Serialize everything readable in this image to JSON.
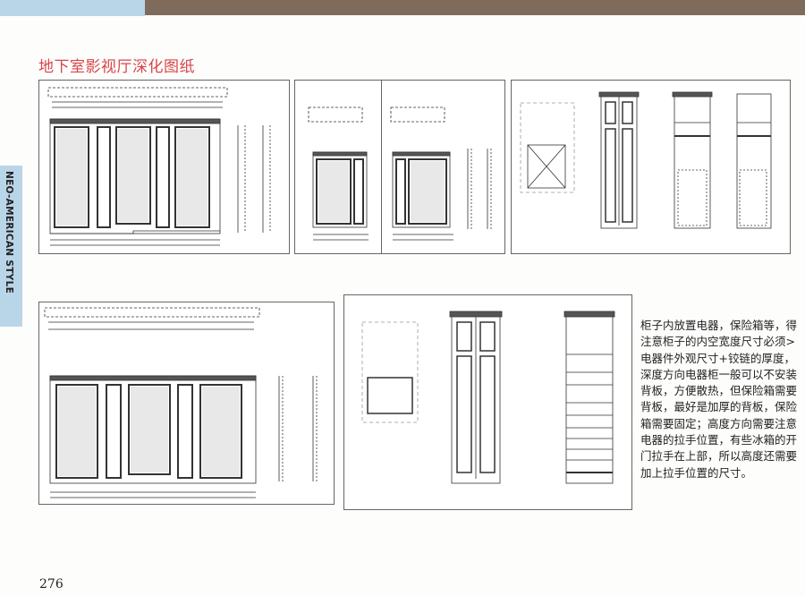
{
  "header": {
    "section_title": "地下室影视厅深化图纸",
    "side_tab": "NEO-AMERICAN STYLE",
    "colors": {
      "band_blue": "#b9d5e8",
      "band_brown": "#7f6b5b",
      "title_red": "#d9454a"
    }
  },
  "drawings": [
    {
      "name": "wall-elevation-a",
      "kind": "wall panel elevation with plan and section"
    },
    {
      "name": "wall-elevation-b",
      "kind": "single panel elevation with plan"
    },
    {
      "name": "wall-elevation-c",
      "kind": "single panel elevation with plan and sections"
    },
    {
      "name": "cabinet-elevations-a",
      "kind": "appliance cabinet elevations"
    },
    {
      "name": "wall-elevation-d",
      "kind": "wall panel elevation with plan and sections"
    },
    {
      "name": "cabinet-elevations-b",
      "kind": "safe cabinet elevations"
    }
  ],
  "note": {
    "text": "柜子内放置电器，保险箱等，得注意柜子的内空宽度尺寸必须>电器件外观尺寸+铰链的厚度，深度方向电器柜一般可以不安装背板，方便散热，但保险箱需要背板，最好是加厚的背板，保险箱需要固定；高度方向需要注意电器的拉手位置，有些冰箱的开门拉手在上部，所以高度还需要加上拉手位置的尺寸。"
  },
  "footer": {
    "page_number": "276"
  }
}
